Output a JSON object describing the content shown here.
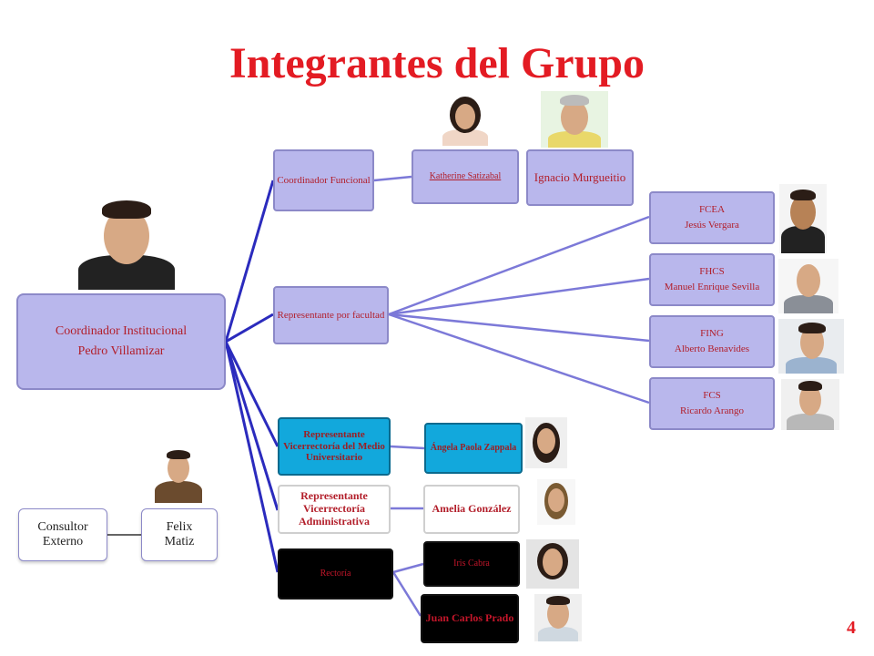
{
  "title": "Integrantes del Grupo",
  "page_number": "4",
  "nodes": {
    "coordinador_institucional": {
      "role": "Coordinador Institucional",
      "name": "Pedro Villamizar"
    },
    "coordinador_funcional": "Coordinador Funcional",
    "katherine": "Katherine Satizabal",
    "ignacio": "Ignacio Murgueitio",
    "representante_facultad": "Representante por facultad",
    "fcea": {
      "faculty": "FCEA",
      "name": "Jesús Vergara"
    },
    "fhcs": {
      "faculty": "FHCS",
      "name": "Manuel Enrique Sevilla"
    },
    "fing": {
      "faculty": "FING",
      "name": "Alberto Benavides"
    },
    "fcs": {
      "faculty": "FCS",
      "name": "Ricardo Arango"
    },
    "rep_medio": "Representante Vicerrectoría del Medio Universitario",
    "angela": "Ángela Paola Zappala",
    "rep_admin": "Representante Vicerrectoría Administrativa",
    "amelia": "Amelia González",
    "rectoria": "Rectoría",
    "iris": "Iris Cabra",
    "juan_carlos": "Juan Carlos Prado",
    "consultor": "Consultor Externo",
    "felix": "Felix Matiz"
  },
  "colors": {
    "title": "#e31b23",
    "connector": "#2b2bbd",
    "connector_light": "#7c79d8",
    "box_fill": "#b9b7ec"
  }
}
